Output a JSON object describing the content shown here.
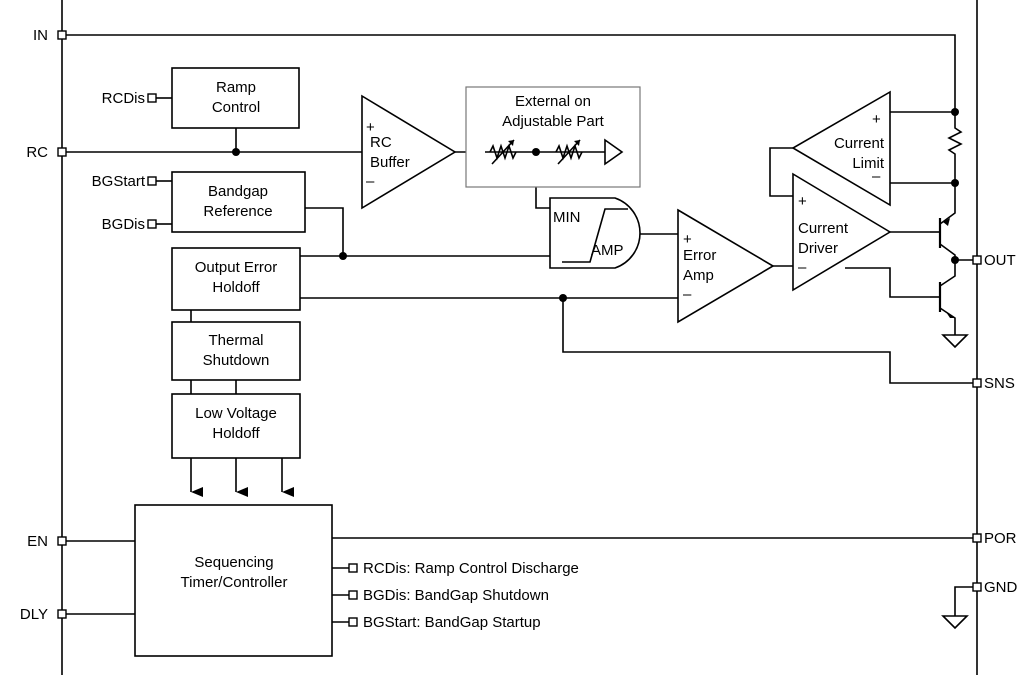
{
  "pins": {
    "in": "IN",
    "rc": "RC",
    "en": "EN",
    "dly": "DLY",
    "out": "OUT",
    "sns": "SNS",
    "por": "POR",
    "gnd": "GND"
  },
  "control_inputs": {
    "rcdis": "RCDis",
    "bgstart": "BGStart",
    "bgdis": "BGDis"
  },
  "blocks": {
    "ramp_control": [
      "Ramp",
      "Control"
    ],
    "bandgap_reference": [
      "Bandgap",
      "Reference"
    ],
    "output_error_holdoff": [
      "Output Error",
      "Holdoff"
    ],
    "thermal_shutdown": [
      "Thermal",
      "Shutdown"
    ],
    "low_voltage_holdoff": [
      "Low Voltage",
      "Holdoff"
    ],
    "sequencing": [
      "Sequencing",
      "Timer/Controller"
    ],
    "external_part": [
      "External on",
      "Adjustable Part"
    ],
    "min": "MIN",
    "amp": "AMP"
  },
  "amplifiers": {
    "rc_buffer": {
      "label": [
        "RC",
        "Buffer"
      ],
      "plus": "+",
      "minus": "–"
    },
    "error_amp": {
      "label": [
        "Error",
        "Amp"
      ],
      "plus": "+",
      "minus": "–"
    },
    "current_limit": {
      "label": [
        "Current",
        "Limit"
      ],
      "plus": "+",
      "minus": "–"
    },
    "current_driver": {
      "label": [
        "Current",
        "Driver"
      ],
      "plus": "+",
      "minus": "–"
    }
  },
  "legend": [
    "RCDis: Ramp Control Discharge",
    "BGDis: BandGap Shutdown",
    "BGStart: BandGap Startup"
  ],
  "icons": [
    "resistor-icon",
    "potentiometer-icon",
    "npn-transistor-icon",
    "ground-icon",
    "buffer-triangle-icon",
    "arrow-down-icon"
  ]
}
